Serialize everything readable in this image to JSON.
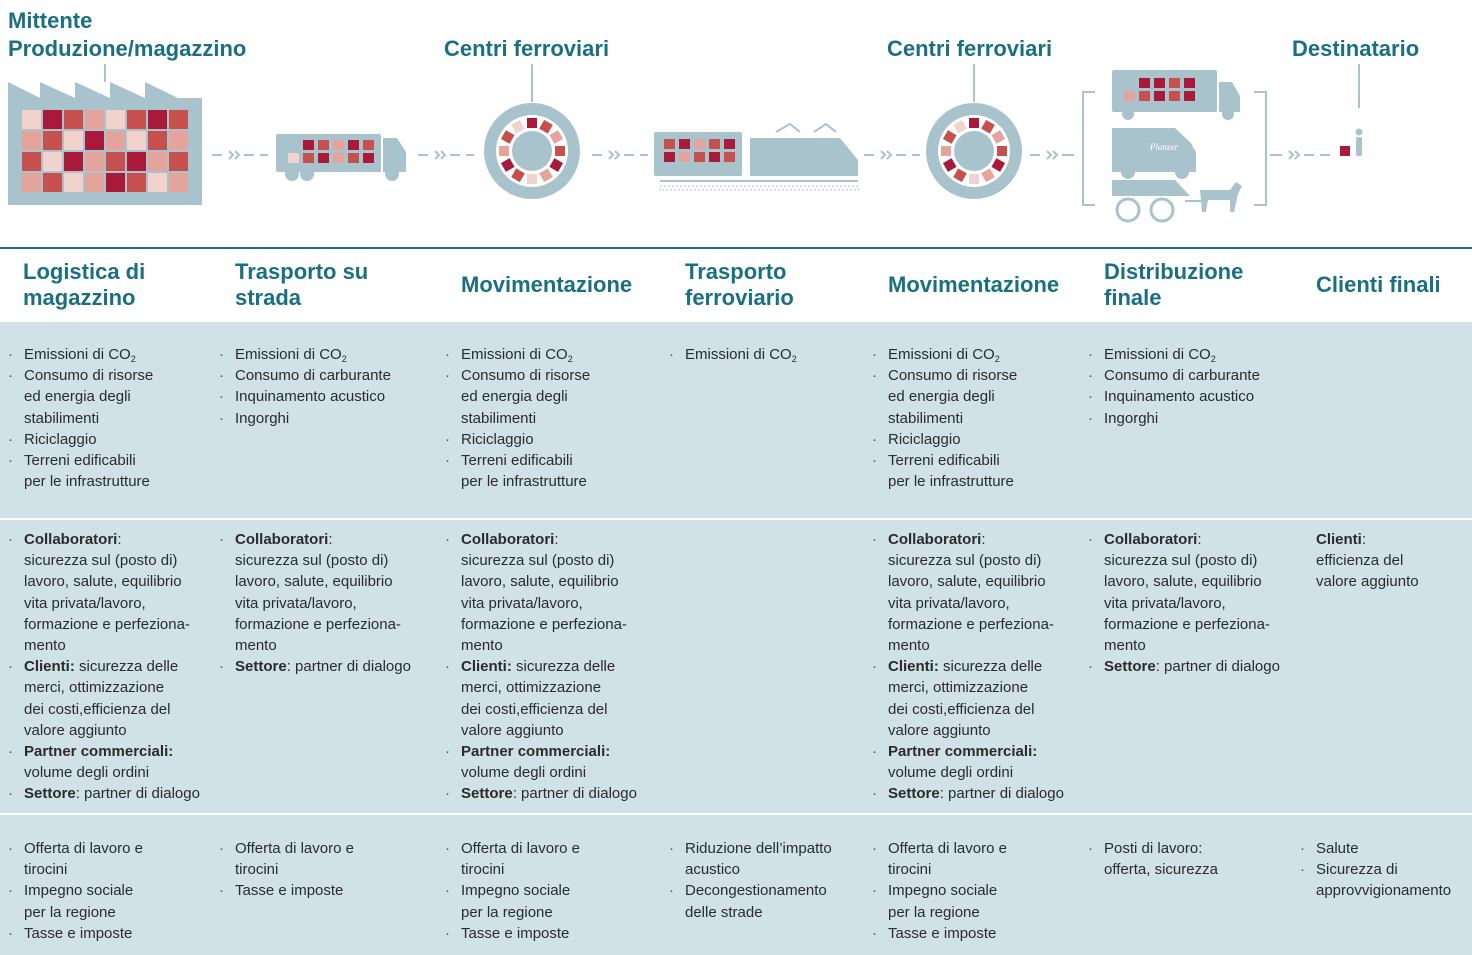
{
  "top_labels": {
    "mittente": "Mittente",
    "produzione": "Produzione/magazzino",
    "centri1": "Centri ferroviari",
    "centri2": "Centri ferroviari",
    "destinatario": "Destinatario"
  },
  "truck_lettering": "Planzer",
  "columns": [
    {
      "title": "Logistica di magazzino"
    },
    {
      "title": "Trasporto su strada"
    },
    {
      "title": "Movimentazione"
    },
    {
      "title": "Trasporto ferroviario"
    },
    {
      "title": "Movimentazione"
    },
    {
      "title": "Distribuzione finale"
    },
    {
      "title": "Clienti finali"
    }
  ],
  "environment": {
    "co2_prefix": "Emissioni di CO",
    "co2_sub": "2",
    "c0": [
      "Consumo di risorse",
      "ed energia degli",
      "stabilimenti",
      "Riciclaggio",
      "Terreni edificabili",
      "per le infrastrutture"
    ],
    "c1": [
      "Consumo di carburante",
      "Inquinamento acustico",
      "Ingorghi"
    ],
    "c2": [
      "Consumo di risorse",
      "ed energia degli",
      "stabilimenti",
      "Riciclaggio",
      "Terreni edificabili",
      "per le infrastrutture"
    ],
    "c4": [
      "Consumo di risorse",
      "ed energia degli",
      "stabilimenti",
      "Riciclaggio",
      "Terreni edificabili",
      "per le infrastrutture"
    ],
    "c5": [
      "Consumo di carburante",
      "Inquinamento acustico",
      "Ingorghi"
    ]
  },
  "stakeholders": {
    "collab_label": "Collaboratori",
    "collab_text": [
      "sicurezza sul (posto di)",
      "lavoro, salute, equilibrio",
      "vita privata/lavoro,",
      "formazione e perfeziona-",
      "mento"
    ],
    "clienti_label": "Clienti:",
    "clienti_text": "sicurezza delle",
    "clienti_more": [
      "merci, ottimizzazione",
      "dei costi,efficienza del",
      "valore aggiunto"
    ],
    "partner_label": "Partner commerciali:",
    "partner_text": "volume degli ordini",
    "settore_label": "Settore",
    "settore_text": "partner di dialogo",
    "final_label": "Clienti",
    "final_text": [
      "efficienza del",
      "valore aggiunto"
    ]
  },
  "society": {
    "c0": [
      "Offerta di lavoro e",
      "tirocini",
      "Impegno sociale",
      "per la regione",
      "Tasse e imposte"
    ],
    "c1": [
      "Offerta di lavoro e",
      "tirocini",
      "Tasse e imposte"
    ],
    "c2": [
      "Offerta di lavoro e",
      "tirocini",
      "Impegno sociale",
      "per la regione",
      "Tasse e imposte"
    ],
    "c3": [
      "Riduzione dell’impatto",
      "acustico",
      "Decongestionamento",
      "delle strade"
    ],
    "c4": [
      "Offerta di lavoro e",
      "tirocini",
      "Impegno sociale",
      "per la regione",
      "Tasse e imposte"
    ],
    "c5": [
      "Posti di lavoro:",
      "offerta, sicurezza"
    ],
    "c6": [
      "Salute",
      "Sicurezza di",
      "approvvigionamento"
    ]
  },
  "colors": {
    "accent": "#1a6f82",
    "band": "#d0e1e7",
    "illustration": "#a9c3cd",
    "red_dark": "#a8193a",
    "red_mid": "#c6504e",
    "red_light": "#e5a49b",
    "red_pale": "#f2d2cd"
  }
}
